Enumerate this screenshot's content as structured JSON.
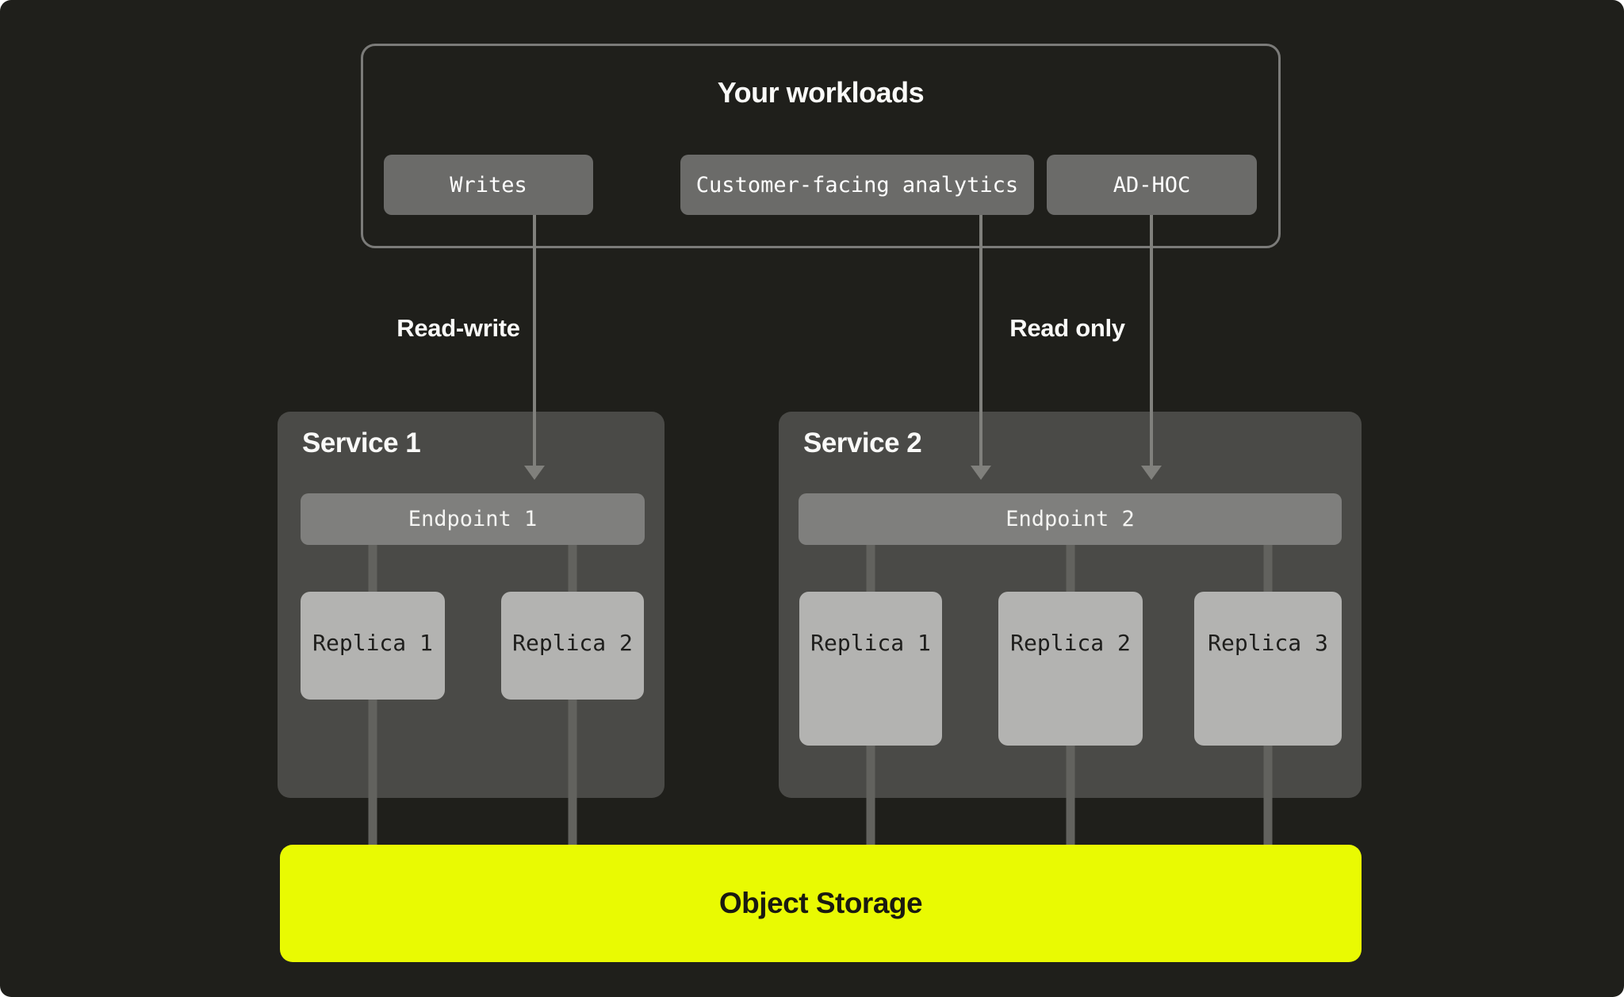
{
  "workloads_panel": {
    "title": "Your workloads",
    "chips": [
      {
        "label": "Writes"
      },
      {
        "label": "Customer-facing analytics"
      },
      {
        "label": "AD-HOC"
      }
    ]
  },
  "flow_labels": {
    "read_write": "Read-write",
    "read_only": "Read only"
  },
  "services": [
    {
      "title": "Service 1",
      "endpoint_label": "Endpoint 1",
      "replicas": [
        {
          "label": "Replica 1"
        },
        {
          "label": "Replica 2"
        }
      ]
    },
    {
      "title": "Service 2",
      "endpoint_label": "Endpoint 2",
      "replicas": [
        {
          "label": "Replica 1"
        },
        {
          "label": "Replica 2"
        },
        {
          "label": "Replica 3"
        }
      ]
    }
  ],
  "object_storage": {
    "label": "Object Storage"
  },
  "colors": {
    "background": "#1f1f1b",
    "panel_border": "#7b7b79",
    "chip": "#6b6b69",
    "service_box": "#4a4a47",
    "endpoint_bar": "#7f7f7d",
    "replica_box": "#b3b3b1",
    "connector": "#62625e",
    "arrow": "#80807c",
    "storage_yellow": "#e9fa02"
  }
}
